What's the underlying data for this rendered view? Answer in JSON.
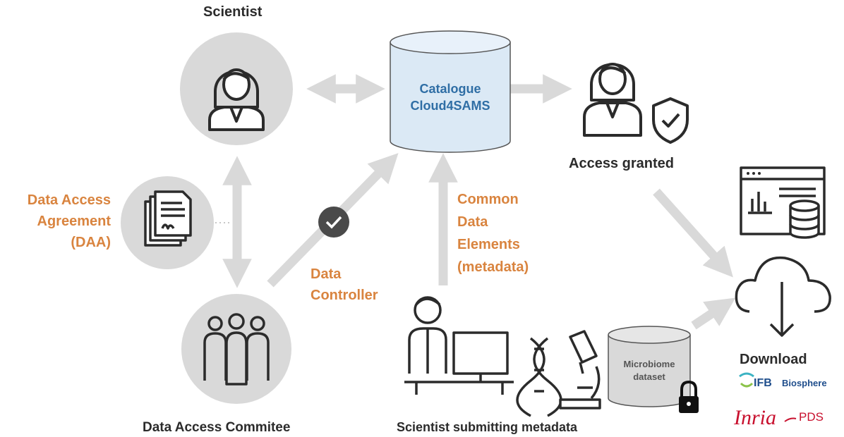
{
  "nodes": {
    "scientist": "Scientist",
    "catalogue_line1": "Catalogue",
    "catalogue_line2": "Cloud4SAMS",
    "access_granted": "Access granted",
    "daa_line1": "Data Access",
    "daa_line2": "Agreement",
    "daa_line3": "(DAA)",
    "controller_line1": "Data",
    "controller_line2": "Controller",
    "cde_line1": "Common",
    "cde_line2": "Data",
    "cde_line3": "Elements",
    "cde_line4": "(metadata)",
    "committee": "Data Access Commitee",
    "submitter": "Scientist submitting metadata",
    "microbiome_line1": "Microbiome",
    "microbiome_line2": "dataset",
    "download": "Download"
  },
  "logos": {
    "ifb": "IFB",
    "biosphere": "Biosphere",
    "inria": "Inria",
    "pds": "PDS"
  },
  "colors": {
    "circle": "#d9d9d9",
    "arrow": "#d9d9d9",
    "icon": "#2b2b2b",
    "orange_text": "#d9843f",
    "blue_text": "#2f6ea5",
    "db_fill": "#dbe9f5",
    "inria_red": "#c8102e"
  }
}
